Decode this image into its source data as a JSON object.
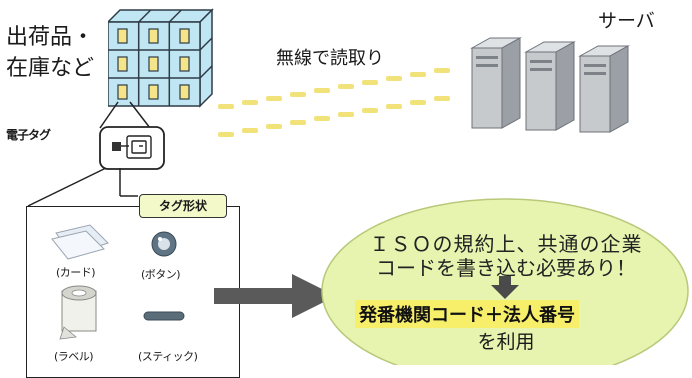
{
  "labels": {
    "shipping_line1": "出荷品・",
    "shipping_line2": "在庫など",
    "wireless": "無線で読取り",
    "server": "サーバ",
    "etag": "電子タグ",
    "tag_shape_title": "タグ形状",
    "card": "(カード)",
    "button": "(ボタン)",
    "label": "(ラベル)",
    "stick": "(スティック)"
  },
  "callout": {
    "line1": "ＩＳＯの規約上、共通の企業",
    "line2": "コードを書き込む必要あり！",
    "highlight": "発番機関コード＋法人番号",
    "line4": "を利用"
  },
  "colors": {
    "box_face": "#bfe6f2",
    "tag_slot": "#f4e58a",
    "oval_fill": "#e6f4b0",
    "highlight": "#f7ef6a",
    "title_fill": "#f3f9c8",
    "wave": "#f2e27a",
    "arrow": "#5a5a5a"
  }
}
